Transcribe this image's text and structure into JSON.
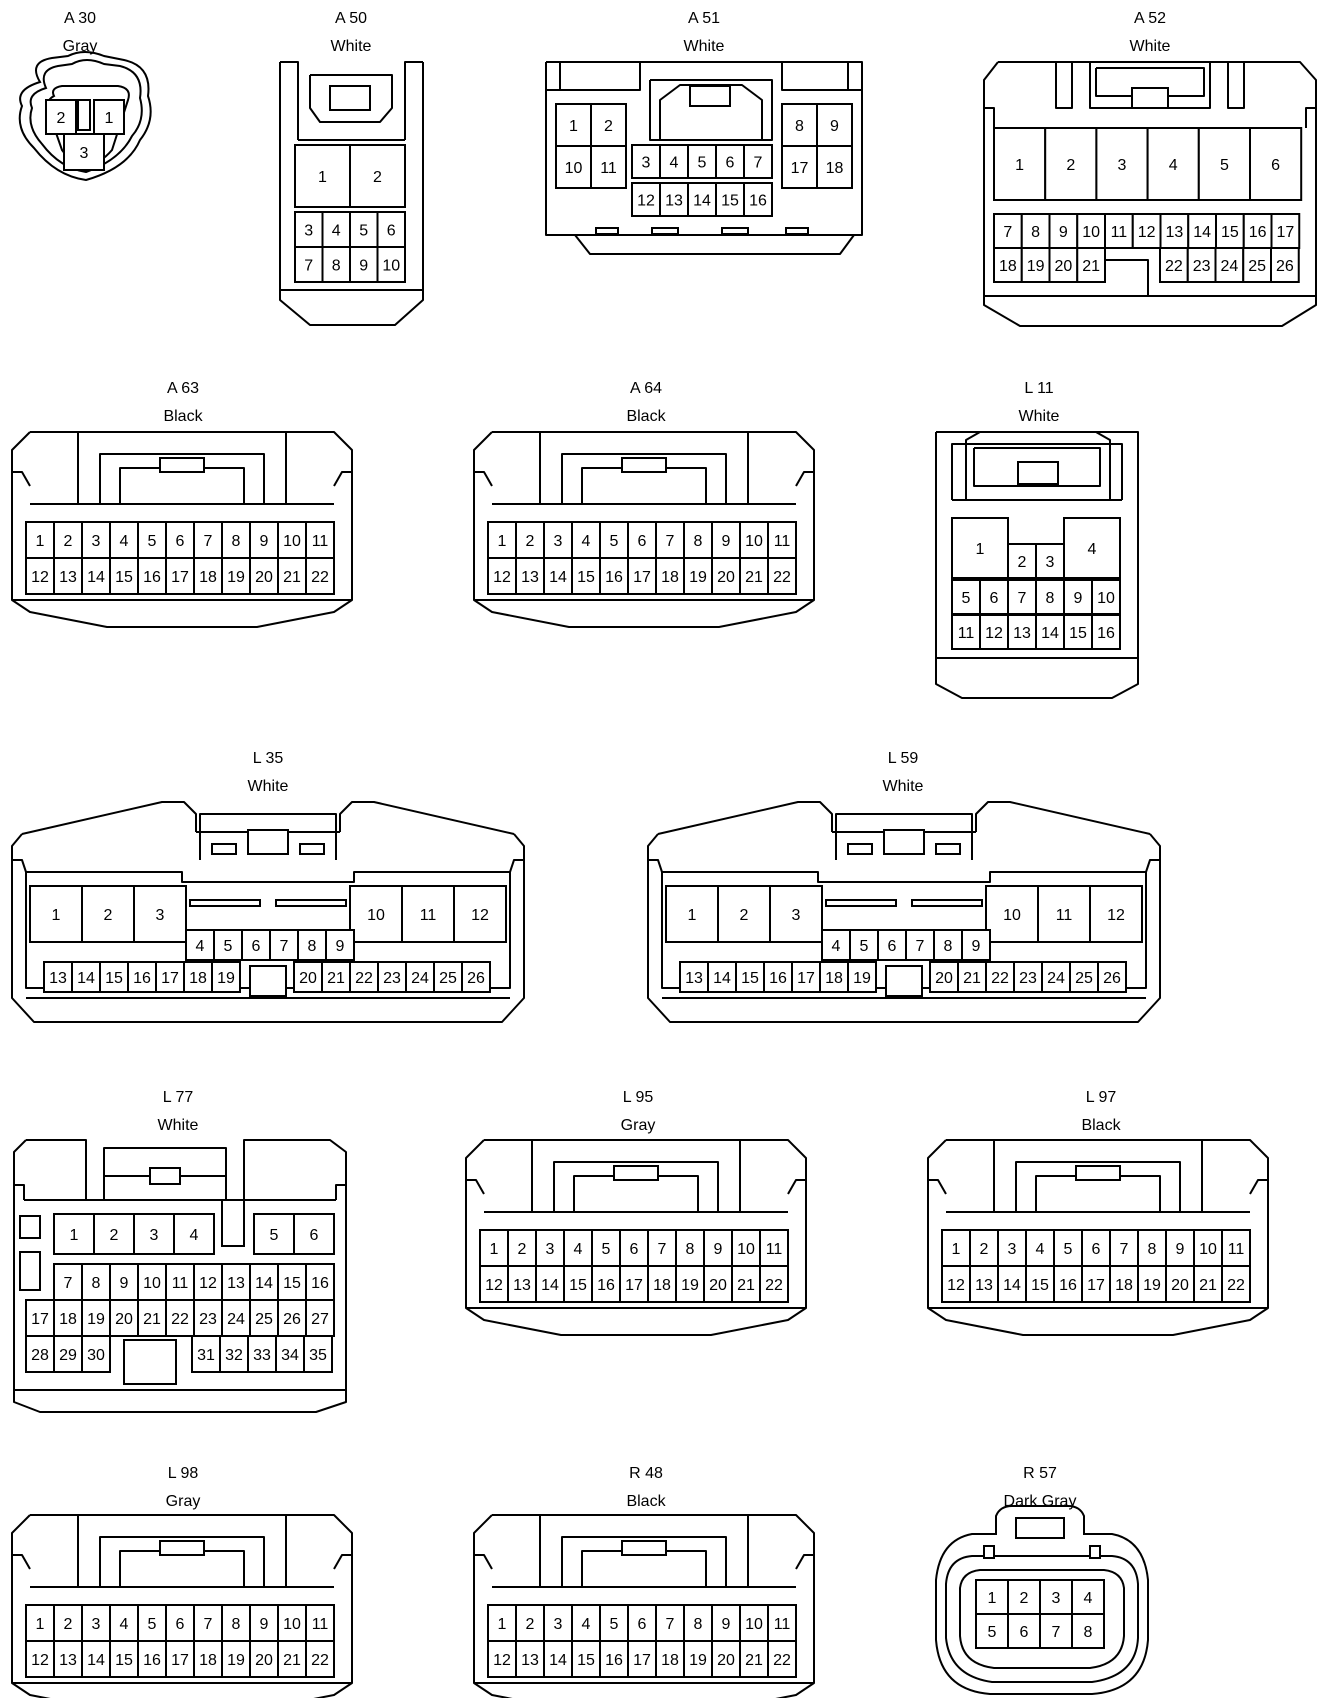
{
  "connectors": [
    {
      "id": "A 30",
      "color": "Gray"
    },
    {
      "id": "A 50",
      "color": "White"
    },
    {
      "id": "A 51",
      "color": "White"
    },
    {
      "id": "A 52",
      "color": "White"
    },
    {
      "id": "A 63",
      "color": "Black"
    },
    {
      "id": "A 64",
      "color": "Black"
    },
    {
      "id": "L 11",
      "color": "White"
    },
    {
      "id": "L 35",
      "color": "White"
    },
    {
      "id": "L 59",
      "color": "White"
    },
    {
      "id": "L 77",
      "color": "White"
    },
    {
      "id": "L 95",
      "color": "Gray"
    },
    {
      "id": "L 97",
      "color": "Black"
    },
    {
      "id": "L 98",
      "color": "Gray"
    },
    {
      "id": "R 48",
      "color": "Black"
    },
    {
      "id": "R 57",
      "color": "Dark Gray"
    }
  ]
}
